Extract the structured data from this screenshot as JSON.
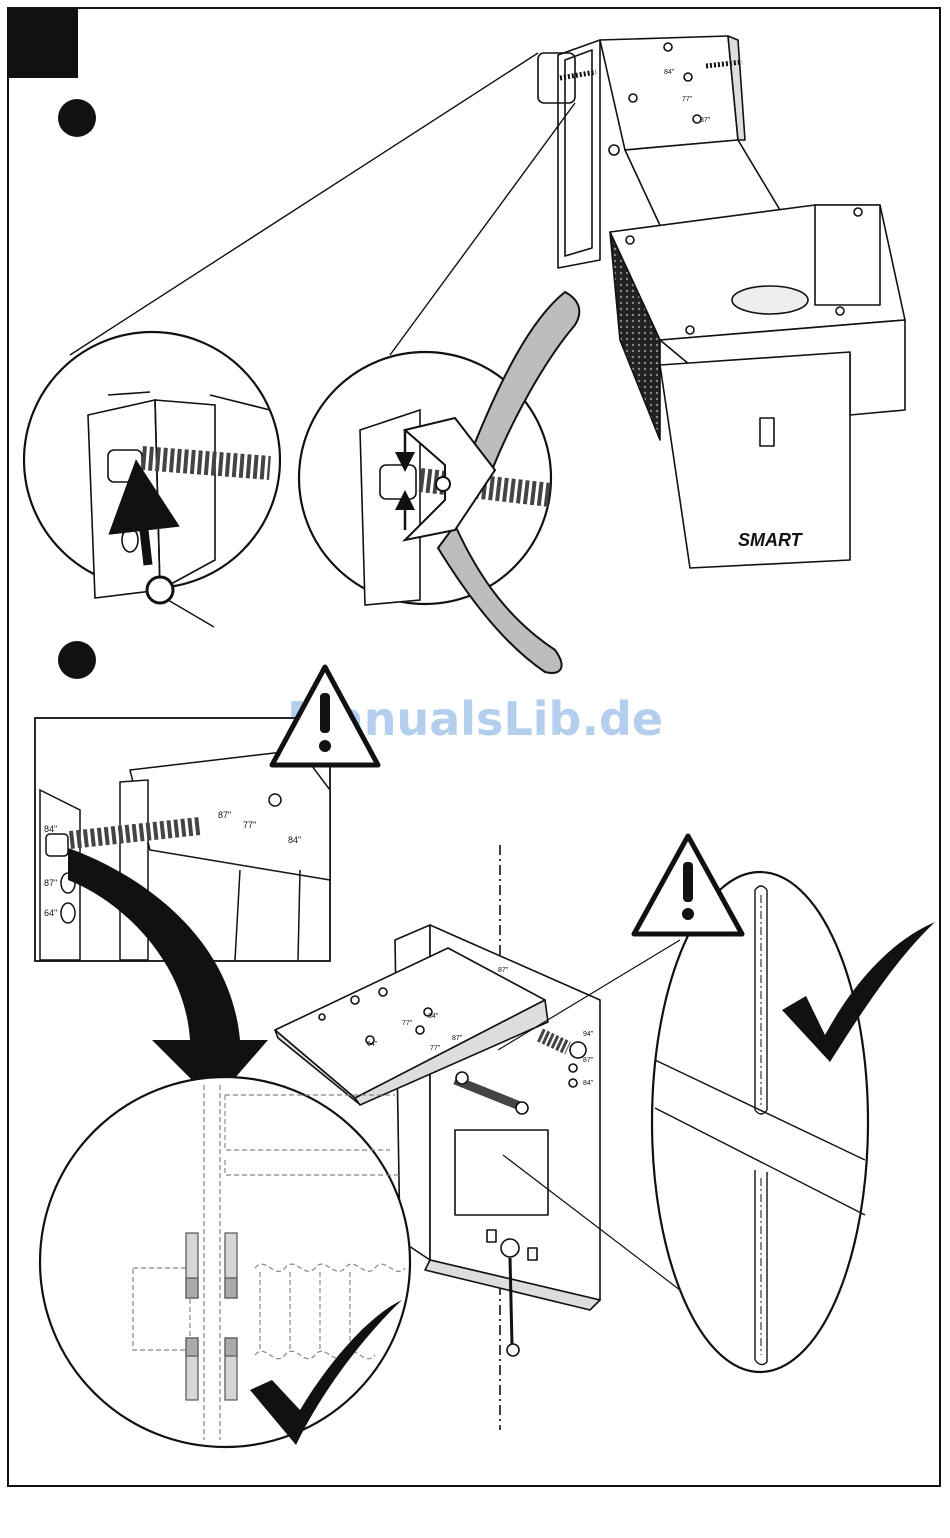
{
  "page": {
    "watermark": "ManualsLib.de",
    "brand_logo": "SMART",
    "step_bullets": 2
  },
  "scale_marks": {
    "top_plate": [
      "84\"",
      "77\"",
      "87\""
    ],
    "inset_plate": [
      "87\"",
      "77\"",
      "84\""
    ],
    "inset_side": [
      "84\"",
      "87\"",
      "64\""
    ],
    "main_plate_a": [
      "84\"",
      "87\"",
      "77\""
    ],
    "main_plate_b": [
      "64\"",
      "77\"",
      "87\""
    ],
    "main_side": [
      "94\"",
      "87\"",
      "84\""
    ]
  },
  "icons": [
    "warning-icon",
    "checkmark-icon",
    "arrow-icon"
  ],
  "colors": {
    "ink": "#111111",
    "fill_gray": "#cfcfcf",
    "watermark": "#9bbde8"
  }
}
